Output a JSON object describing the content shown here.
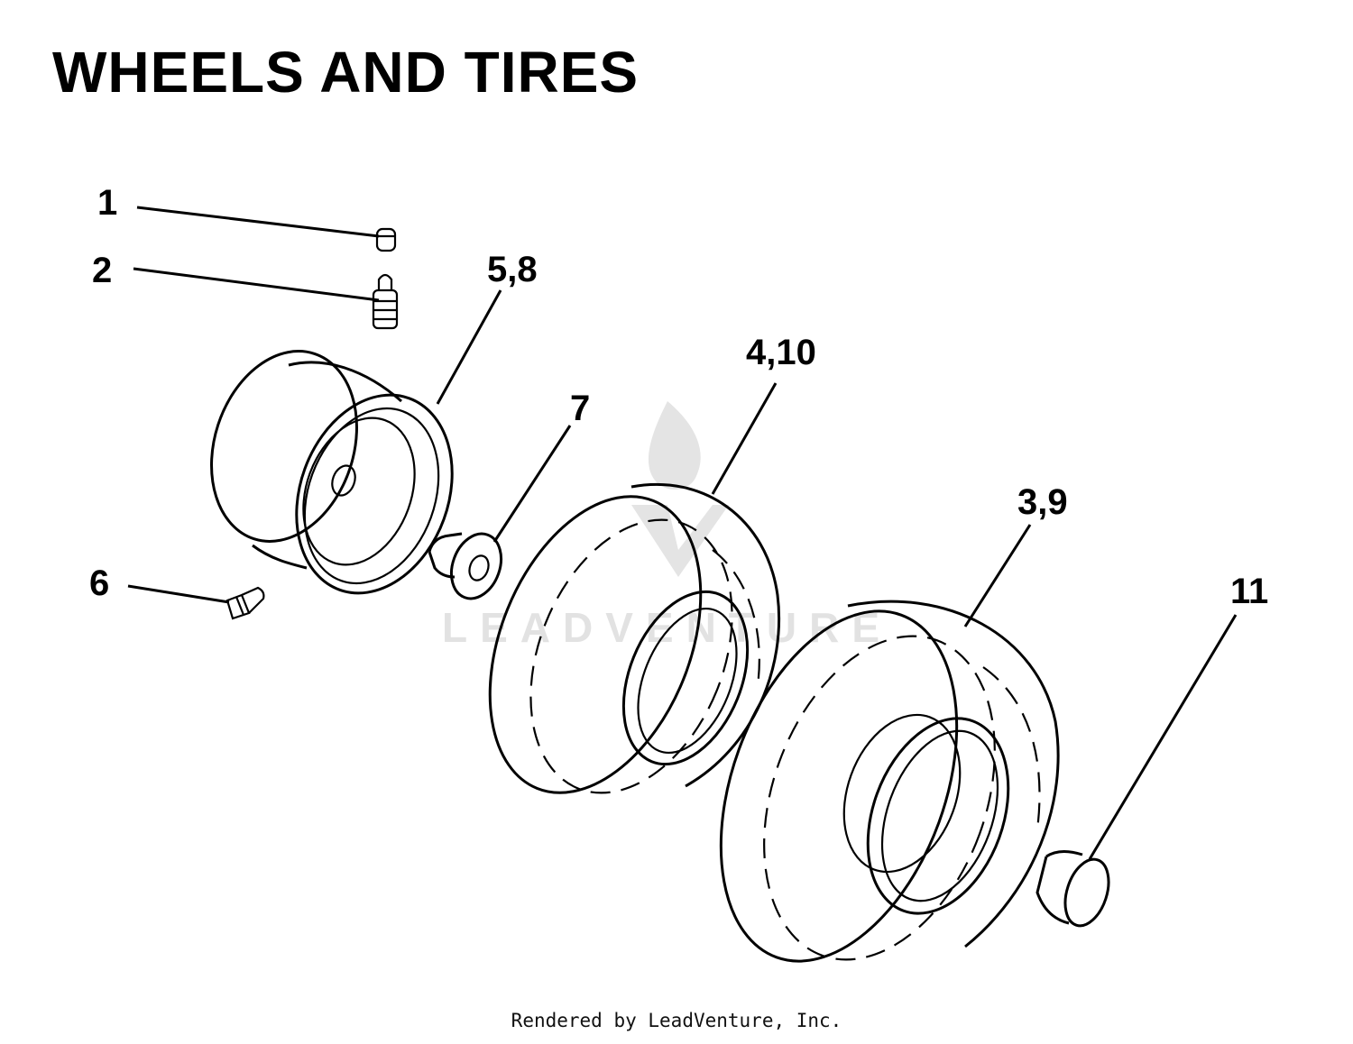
{
  "title": "WHEELS AND TIRES",
  "callouts": {
    "c1": "1",
    "c2": "2",
    "c58": "5,8",
    "c6": "6",
    "c7": "7",
    "c410": "4,10",
    "c39": "3,9",
    "c11": "11"
  },
  "watermark": "LEADVENTURE",
  "footer": "Rendered by LeadVenture, Inc."
}
